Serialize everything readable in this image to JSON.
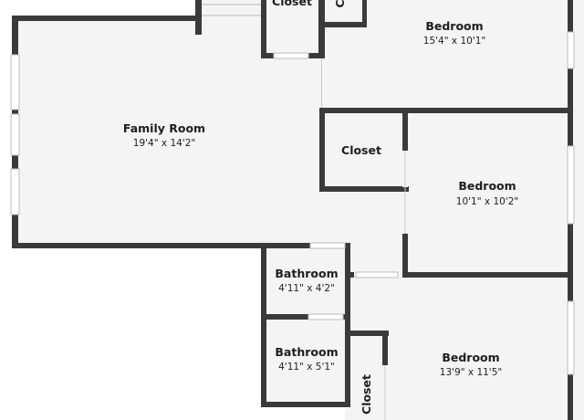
{
  "colors": {
    "wall": "#3a3a3a",
    "floor": "#f4f4f4",
    "window": "#ffffff",
    "background": "#ffffff"
  },
  "rooms": {
    "family_room": {
      "name": "Family Room",
      "dims": "19'4\" x 14'2\""
    },
    "bedroom_top": {
      "name": "Bedroom",
      "dims": "15'4\" x 10'1\""
    },
    "bedroom_middle": {
      "name": "Bedroom",
      "dims": "10'1\" x 10'2\""
    },
    "bedroom_bottom": {
      "name": "Bedroom",
      "dims": "13'9\" x 11'5\""
    },
    "closet_top": {
      "name": "Closet"
    },
    "closet_top_small": {
      "name": "C"
    },
    "closet_middle": {
      "name": "Closet"
    },
    "closet_bottom": {
      "name": "Closet"
    },
    "bathroom_upper": {
      "name": "Bathroom",
      "dims": "4'11\" x 4'2\""
    },
    "bathroom_lower": {
      "name": "Bathroom",
      "dims": "4'11\" x 5'1\""
    }
  }
}
